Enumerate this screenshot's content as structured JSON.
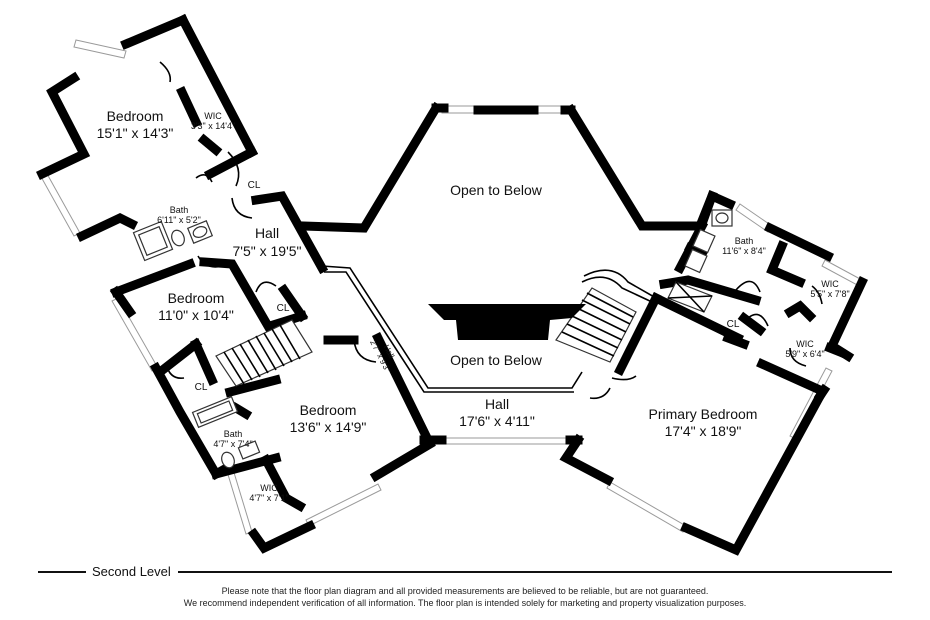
{
  "rooms": {
    "bedroom_nw": {
      "name": "Bedroom",
      "dims": "15'1\" x 14'3\""
    },
    "wic_nw": {
      "name": "WIC",
      "dims": "3'3\" x 14'4\""
    },
    "cl_nw": {
      "name": "CL"
    },
    "bath_nw": {
      "name": "Bath",
      "dims": "6'11\" x 5'2\""
    },
    "hall_w": {
      "name": "Hall",
      "dims": "7'5\" x 19'5\""
    },
    "bedroom_w": {
      "name": "Bedroom",
      "dims": "11'0\" x 10'4\""
    },
    "cl_w": {
      "name": "CL"
    },
    "cl_sw": {
      "name": "CL"
    },
    "bath_sw": {
      "name": "Bath",
      "dims": "4'7\" x 7'4\""
    },
    "wic_sw": {
      "name": "WIC",
      "dims": "4'7\" x 7'1\""
    },
    "bedroom_s": {
      "name": "Bedroom",
      "dims": "13'6\" x 14'9\""
    },
    "hall_diag": {
      "name": "Hall",
      "dims": "2'7\" x 9'3\""
    },
    "open_top": {
      "name": "Open to Below"
    },
    "open_mid": {
      "name": "Open to Below"
    },
    "hall_s": {
      "name": "Hall",
      "dims": "17'6\" x 4'11\""
    },
    "bath_e": {
      "name": "Bath",
      "dims": "11'6\" x 8'4\""
    },
    "wic_e1": {
      "name": "WIC",
      "dims": "5'5\" x 7'8\""
    },
    "cl_e": {
      "name": "CL"
    },
    "wic_e2": {
      "name": "WIC",
      "dims": "5'9\" x 6'4\""
    },
    "primary": {
      "name": "Primary Bedroom",
      "dims": "17'4\" x 18'9\""
    }
  },
  "footer": {
    "level": "Second Level",
    "disclaimer_1": "Please note that the floor plan diagram and all provided measurements are believed to be reliable, but are not guaranteed.",
    "disclaimer_2": "We recommend independent verification of all information. The floor plan is intended solely for marketing and property visualization purposes."
  }
}
